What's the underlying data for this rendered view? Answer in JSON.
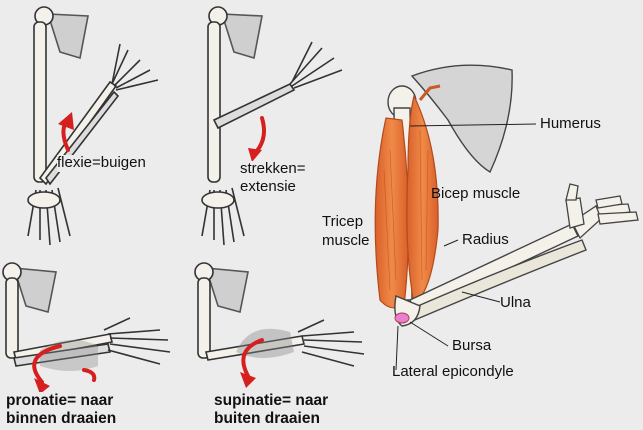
{
  "panels": {
    "flexion": {
      "line1": "flexie=buigen"
    },
    "extension": {
      "line1": "strekken=",
      "line2": "extensie"
    },
    "pronation": {
      "line1": "pronatie= naar",
      "line2": "binnen draaien"
    },
    "supination": {
      "line1": "supinatie= naar",
      "line2": "buiten draaien"
    }
  },
  "anatomy_labels": {
    "humerus": "Humerus",
    "bicep": "Bicep muscle",
    "tricep_line1": "Tricep",
    "tricep_line2": "muscle",
    "radius": "Radius",
    "ulna": "Ulna",
    "bursa": "Bursa",
    "lateral_epicondyle": "Lateral epicondyle"
  },
  "colors": {
    "panel_bg": "#ececec",
    "bone_fill": "#f4f1ea",
    "bone_stroke": "#333333",
    "muscle": "#e9773c",
    "muscle_dark": "#c85a25",
    "arrow": "#d61f1f",
    "bursa": "#e87fd3",
    "shade": "#888888"
  }
}
